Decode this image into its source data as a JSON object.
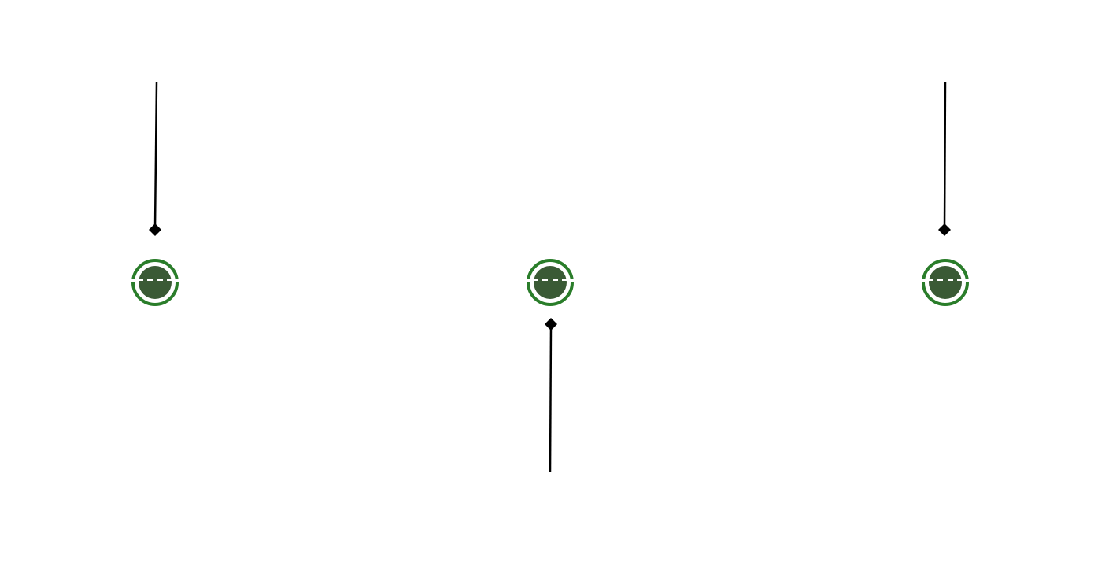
{
  "diagram": {
    "background": "#ffffff",
    "colors": {
      "ring": "#2a7d2a",
      "face": "#3a5a35",
      "eyes": "#ffffff",
      "line": "#000000"
    },
    "nodes": [
      {
        "id": "left",
        "icon": "smiley-face-icon"
      },
      {
        "id": "center",
        "icon": "smiley-face-icon"
      },
      {
        "id": "right",
        "icon": "smiley-face-icon"
      }
    ],
    "connectors": [
      {
        "id": "left-connector",
        "node": "left",
        "side": "top",
        "end": "diamond"
      },
      {
        "id": "center-connector",
        "node": "center",
        "side": "bottom",
        "end": "diamond"
      },
      {
        "id": "right-connector",
        "node": "right",
        "side": "top",
        "end": "diamond"
      }
    ]
  }
}
